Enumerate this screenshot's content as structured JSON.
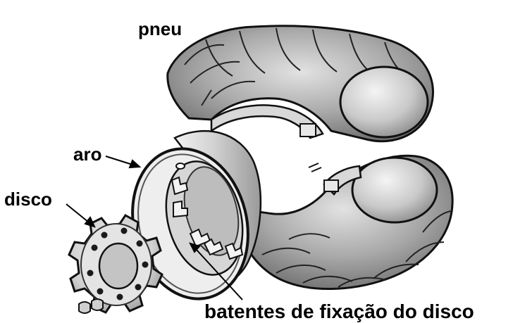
{
  "labels": {
    "tire": "pneu",
    "rim": "aro",
    "disc": "disco",
    "stops": "batentes de fixação do disco"
  },
  "colors": {
    "outline": "#111111",
    "tire_dark": "#8a8a8a",
    "tire_mid": "#b3b3b3",
    "tire_light": "#dcdcdc",
    "metal_light": "#ececec",
    "metal_mid": "#c7c7c7",
    "metal_dark": "#8f8f8f"
  }
}
